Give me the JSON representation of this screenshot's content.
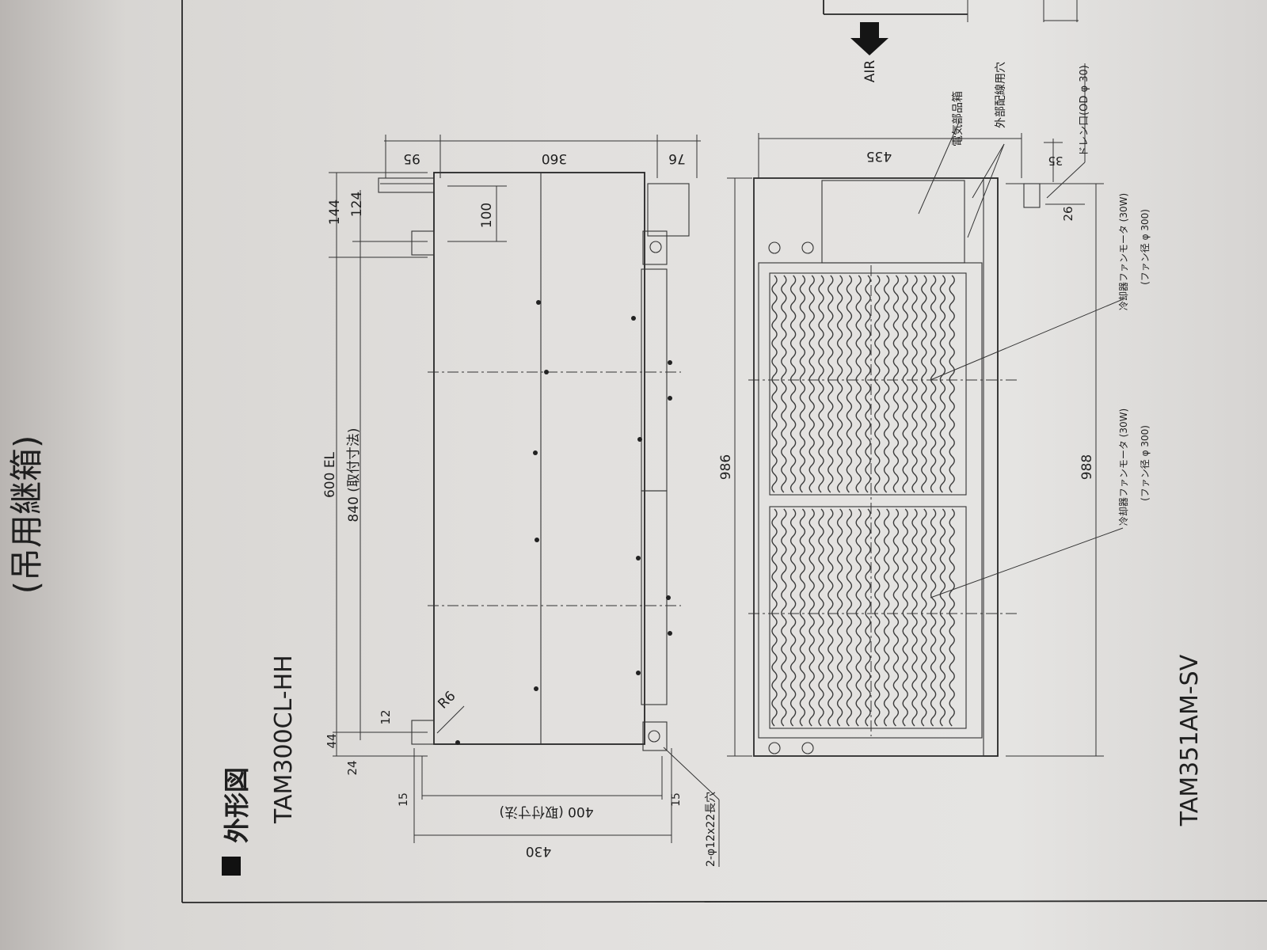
{
  "header": {
    "continuation_text": "(吊用継箱)",
    "section_marker": "■",
    "section_title": "外形図"
  },
  "unit_left": {
    "model": "TAM300CL-HH",
    "dims": {
      "d95": "95",
      "d360": "360",
      "d76": "76",
      "d144": "144",
      "d124": "124",
      "d100": "100",
      "d600": "600 EL",
      "d840": "840 (取付寸法)",
      "d12": "12",
      "d44": "44",
      "d24": "24",
      "d15a": "15",
      "d15b": "15",
      "d400": "400 (取付寸法)",
      "d430": "430",
      "r6": "R6"
    },
    "note_holes": "2-φ12x22長穴"
  },
  "unit_right": {
    "model": "TAM351AM-SV",
    "airflow_label": "AIR",
    "dims": {
      "d435": "435",
      "d35": "35",
      "d26": "26",
      "d986": "986",
      "d988": "988"
    },
    "callouts": {
      "electrical_box": "電気部品箱",
      "wiring_hole": "外部配線用穴",
      "drain": "ドレン口(OD φ 30)",
      "fan_motor_1": "冷却器ファンモータ (30W)",
      "fan_motor_1_sub": "(ファン径 φ 300)",
      "fan_motor_2": "冷却器ファンモータ (30W)",
      "fan_motor_2_sub": "(ファン径 φ 300)"
    }
  }
}
